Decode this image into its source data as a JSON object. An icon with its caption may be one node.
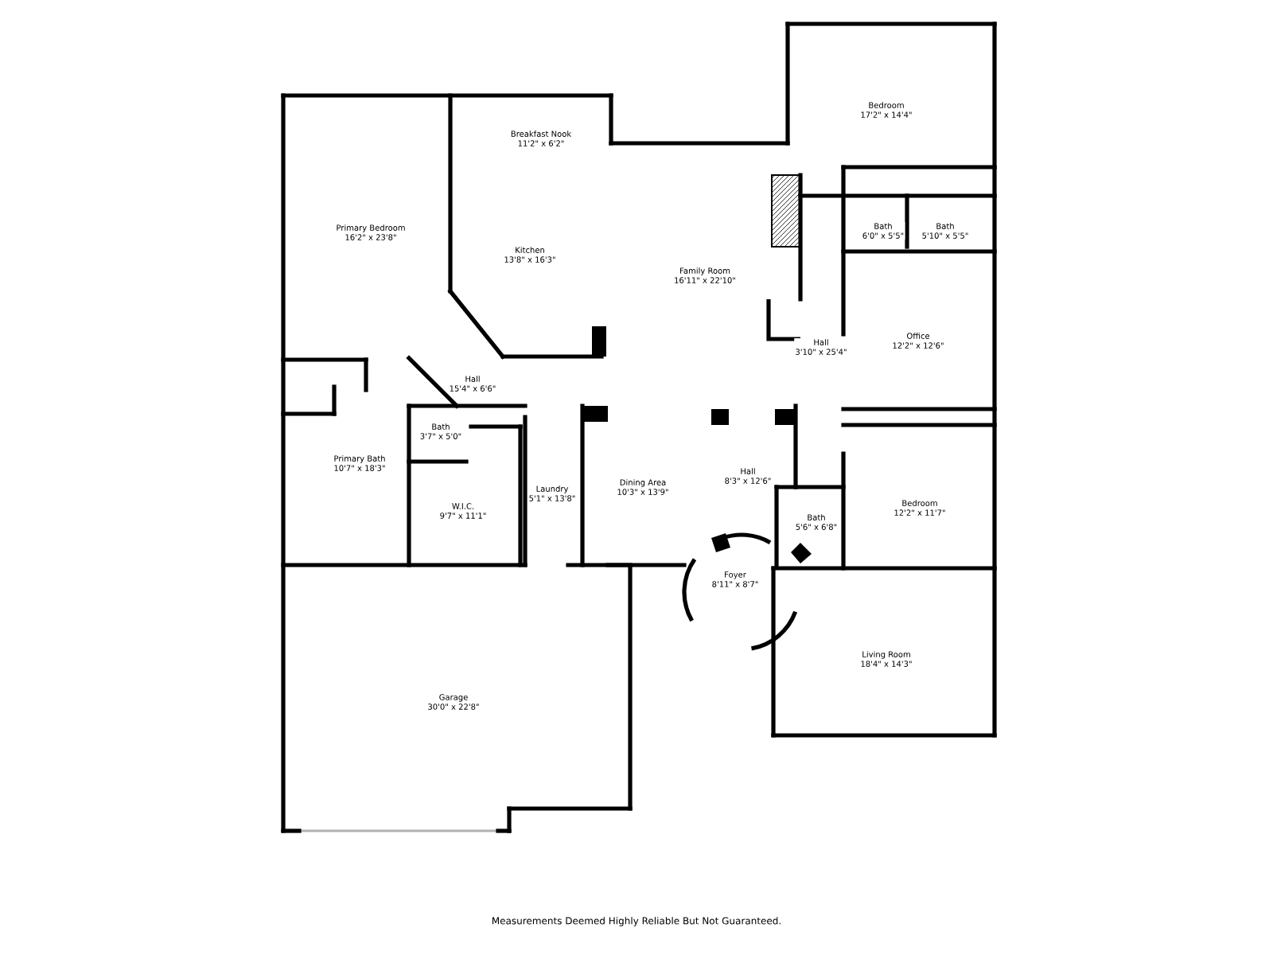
{
  "diagram": {
    "labels": [
      "Bedroom",
      "17'2\" x 14'4\"",
      "Breakfast Nook",
      "11'2\" x 6'2\"",
      "Bath",
      "6'0\" x 5'5\"",
      "Bath",
      "5'10\" x 5'5\"",
      "Primary Bedroom",
      "16'2\" x 23'8\"",
      "Kitchen",
      "13'8\" x 16'3\"",
      "Family Room",
      "16'11\" x 22'10\"",
      "Office",
      "12'2\" x 12'6\"",
      "Hall",
      "3'10\" x 25'4\"",
      "Hall",
      "15'4\" x 6'6\"",
      "Bath",
      "3'7\" x 5'0\"",
      "Primary Bath",
      "10'7\" x 18'3\"",
      "Hall",
      "8'3\" x 12'6\"",
      "Dining Area",
      "10'3\" x 13'9\"",
      "Laundry",
      "5'1\" x 13'8\"",
      "Bedroom",
      "12'2\" x 11'7\"",
      "W.I.C.",
      "9'7\" x 11'1\"",
      "Bath",
      "5'6\" x 6'8\"",
      "Foyer",
      "8'11\" x 8'7\"",
      "Living Room",
      "18'4\" x 14'3\"",
      "Garage",
      "30'0\" x 22'8\"",
      "Measurements Deemed Highly Reliable But Not Guaranteed."
    ]
  }
}
